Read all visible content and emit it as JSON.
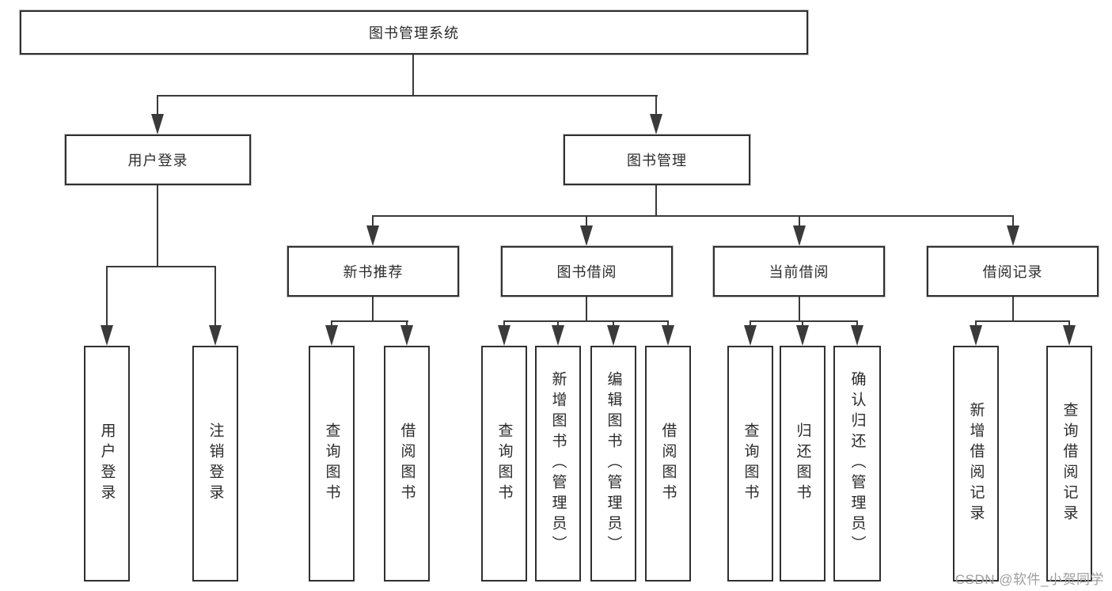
{
  "tree": {
    "root": {
      "label": "图书管理系统",
      "children": [
        {
          "label": "用户登录",
          "children": [
            {
              "label": "用户登录"
            },
            {
              "label": "注销登录"
            }
          ]
        },
        {
          "label": "图书管理",
          "children": [
            {
              "label": "新书推荐",
              "children": [
                {
                  "label": "查询图书"
                },
                {
                  "label": "借阅图书"
                }
              ]
            },
            {
              "label": "图书借阅",
              "children": [
                {
                  "label": "查询图书"
                },
                {
                  "label": "新增图书（管理员）"
                },
                {
                  "label": "编辑图书（管理员）"
                },
                {
                  "label": "借阅图书"
                }
              ]
            },
            {
              "label": "当前借阅",
              "children": [
                {
                  "label": "查询图书"
                },
                {
                  "label": "归还图书"
                },
                {
                  "label": "确认归还（管理员）"
                }
              ]
            },
            {
              "label": "借阅记录",
              "children": [
                {
                  "label": "新增借阅记录"
                },
                {
                  "label": "查询借阅记录"
                }
              ]
            }
          ]
        }
      ]
    }
  },
  "colors": {
    "line": "#3a3a3a",
    "box_border": "#303030",
    "text": "#2b2b2b",
    "watermark": "#9e9e9e"
  },
  "watermark": {
    "text": "CSDN @软件_小贺同学"
  }
}
